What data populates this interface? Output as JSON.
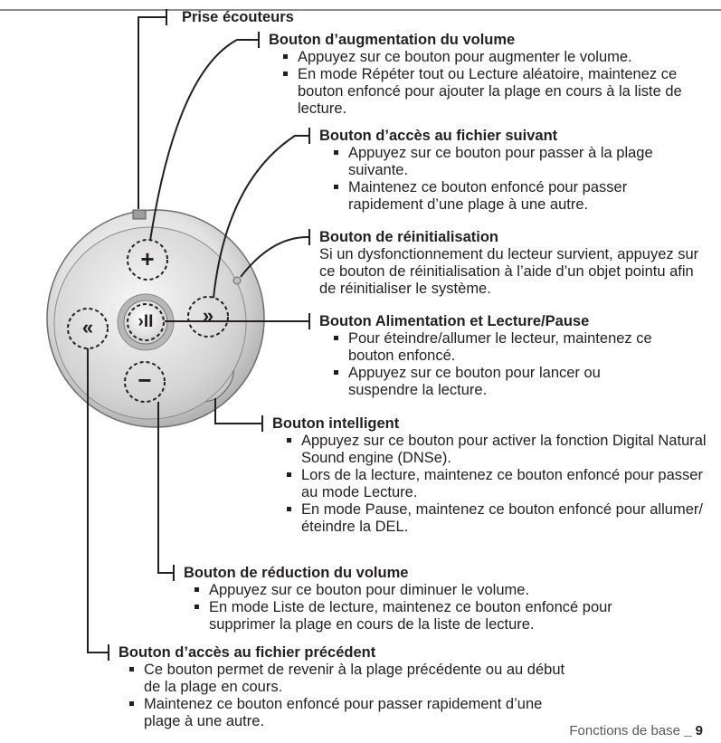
{
  "device": {
    "icons": {
      "volume_up": "+",
      "next": "»",
      "play_pause": "›II",
      "previous": "«",
      "volume_down": "−"
    }
  },
  "callouts": {
    "jack": {
      "title": "Prise écouteurs"
    },
    "vol_up": {
      "title": "Bouton d’augmentation du volume",
      "items": [
        "Appuyez sur ce bouton pour augmenter le volume.",
        "En mode Répéter tout ou Lecture aléatoire, maintenez ce bouton enfoncé pour ajouter la plage en cours à la liste de lecture."
      ]
    },
    "next": {
      "title": "Bouton d’accès au fichier suivant",
      "items": [
        "Appuyez sur ce bouton pour passer à la plage suivante.",
        "Maintenez ce bouton enfoncé pour passer rapidement d’une plage à une autre."
      ]
    },
    "reset": {
      "title": "Bouton de réinitialisation",
      "text": "Si un dysfonctionnement du lecteur survient, appuyez sur ce bouton de réinitialisation à l’aide d’un objet pointu afin de réinitialiser le système."
    },
    "power": {
      "title": "Bouton Alimentation et Lecture/Pause",
      "items": [
        "Pour éteindre/allumer le lecteur, maintenez ce bouton enfoncé.",
        "Appuyez sur ce bouton pour lancer ou suspendre la lecture."
      ]
    },
    "smart": {
      "title": "Bouton intelligent",
      "items": [
        "Appuyez sur ce bouton pour activer la fonction Digital Natural Sound engine (DNSe).",
        "Lors de la lecture, maintenez ce bouton enfoncé pour passer au mode Lecture.",
        "En mode Pause, maintenez ce bouton enfoncé pour allumer/éteindre la DEL."
      ]
    },
    "vol_down": {
      "title": "Bouton de réduction du volume",
      "items": [
        "Appuyez sur ce bouton pour diminuer le volume.",
        "En mode Liste de lecture, maintenez ce bouton enfoncé pour supprimer la plage en cours de la liste de lecture."
      ]
    },
    "prev": {
      "title": "Bouton d’accès au fichier précédent",
      "items": [
        "Ce bouton permet de revenir à la plage précédente ou au début de la plage en cours.",
        "Maintenez ce bouton enfoncé pour passer rapidement d’une plage à une autre."
      ]
    }
  },
  "footer": {
    "section": "Fonctions de base",
    "separator": " _ ",
    "page": "9"
  }
}
